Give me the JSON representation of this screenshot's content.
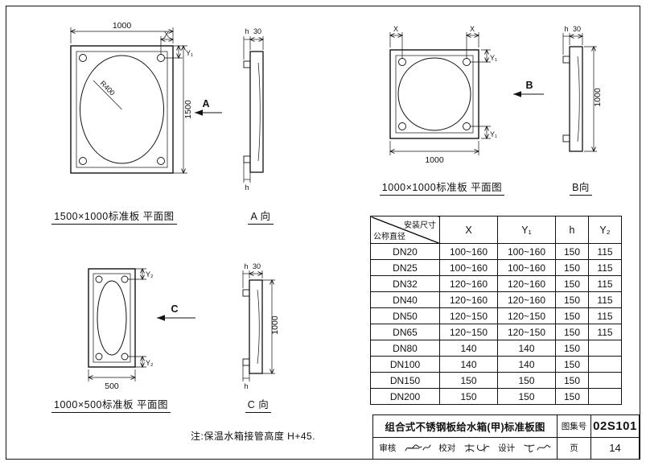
{
  "captions": {
    "plan1": "1500×1000标准板 平面图",
    "view_a": "A 向",
    "plan2": "1000×1000标准板 平面图",
    "view_b": "B向",
    "plan3": "1000×500标准板 平面图",
    "view_c": "C 向"
  },
  "note": "注:保温水箱接管高度 H+45.",
  "dims": {
    "w1000": "1000",
    "h1500": "1500",
    "w500": "500",
    "t30": "30",
    "h": "h",
    "x": "X",
    "y1": "Y₁",
    "y2": "Y₂",
    "r400": "R400"
  },
  "section_arrows": {
    "a": "A",
    "b": "B",
    "c": "C"
  },
  "table": {
    "corner_top": "安装尺寸",
    "corner_bottom": "公称直径",
    "columns": [
      "X",
      "Y₁",
      "h",
      "Y₂"
    ],
    "rows": [
      {
        "dn": "DN20",
        "x": "100~160",
        "y1": "100~160",
        "h": "150",
        "y2": "115"
      },
      {
        "dn": "DN25",
        "x": "100~160",
        "y1": "100~160",
        "h": "150",
        "y2": "115"
      },
      {
        "dn": "DN32",
        "x": "120~160",
        "y1": "120~160",
        "h": "150",
        "y2": "115"
      },
      {
        "dn": "DN40",
        "x": "120~160",
        "y1": "120~160",
        "h": "150",
        "y2": "115"
      },
      {
        "dn": "DN50",
        "x": "120~150",
        "y1": "120~150",
        "h": "150",
        "y2": "115"
      },
      {
        "dn": "DN65",
        "x": "120~150",
        "y1": "120~150",
        "h": "150",
        "y2": "115"
      },
      {
        "dn": "DN80",
        "x": "140",
        "y1": "140",
        "h": "150",
        "y2": ""
      },
      {
        "dn": "DN100",
        "x": "140",
        "y1": "140",
        "h": "150",
        "y2": ""
      },
      {
        "dn": "DN150",
        "x": "150",
        "y1": "150",
        "h": "150",
        "y2": ""
      },
      {
        "dn": "DN200",
        "x": "150",
        "y1": "150",
        "h": "150",
        "y2": ""
      }
    ]
  },
  "title_block": {
    "title": "组合式不锈钢板给水箱(甲)标准板图",
    "atlas_label": "图集号",
    "atlas_no": "02S101",
    "page_label": "页",
    "page_no": "14",
    "reviewer_label": "审核",
    "proofreader_label": "校对",
    "designer_label": "设计"
  }
}
